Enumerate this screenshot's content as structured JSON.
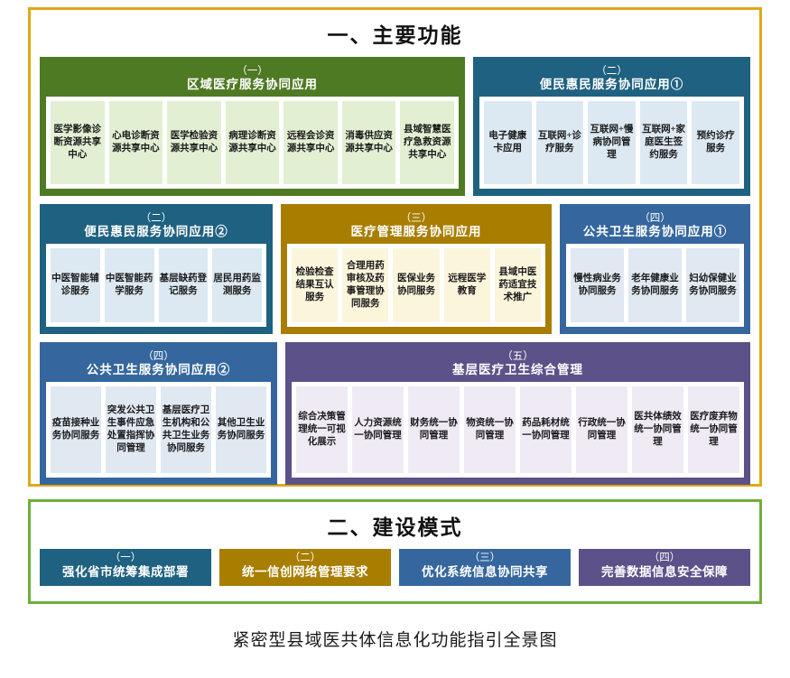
{
  "sections": {
    "main": {
      "title": "一、主要功能",
      "frame_color": "#E0A816",
      "panels": [
        {
          "number": "（一）",
          "name": "区域医疗服务协同应用",
          "color": "#4F7A24",
          "cells": [
            "医学影像诊断资源共享中心",
            "心电诊断资源共享中心",
            "医学检验资源共享中心",
            "病理诊断资源共享中心",
            "远程会诊资源共享中心",
            "消毒供应资源共享中心",
            "县域智慧医疗急救资源共享中心"
          ]
        },
        {
          "number": "（二）",
          "name": "便民惠民服务协同应用①",
          "color": "#1F6180",
          "cells": [
            "电子健康卡应用",
            "互联网+诊疗服务",
            "互联网+慢病协同管理",
            "互联网+家庭医生签约服务",
            "预约诊疗服务"
          ]
        },
        {
          "number": "（二）",
          "name": "便民惠民服务协同应用②",
          "color": "#1F6180",
          "cells": [
            "中医智能辅诊服务",
            "中医智能药学服务",
            "基层缺药登记服务",
            "居民用药监测服务"
          ]
        },
        {
          "number": "（三）",
          "name": "医疗管理服务协同应用",
          "color": "#A87E00",
          "cells": [
            "检验检查结果互认服务",
            "合理用药审核及药事管理协同服务",
            "医保业务协同服务",
            "远程医学教育",
            "县域中医药适宜技术推广"
          ]
        },
        {
          "number": "（四）",
          "name": "公共卫生服务协同应用①",
          "color": "#35679E",
          "cells": [
            "慢性病业务协同服务",
            "老年健康业务协同服务",
            "妇幼保健业务协同服务"
          ]
        },
        {
          "number": "（四）",
          "name": "公共卫生服务协同应用②",
          "color": "#35679E",
          "cells": [
            "疫苗接种业务协同服务",
            "突发公共卫生事件应急处置指挥协同管理",
            "基层医疗卫生机构和公共卫生业务协同服务",
            "其他卫生业务协同服务"
          ]
        },
        {
          "number": "（五）",
          "name": "基层医疗卫生综合管理",
          "color": "#5D5189",
          "cells": [
            "综合决策管理统一可视化展示",
            "人力资源统一协同管理",
            "财务统一协同管理",
            "物资统一协同管理",
            "药品耗材统一协同管理",
            "行政统一协同管理",
            "医共体绩效统一协同管理",
            "医疗废弃物统一协同管理"
          ]
        }
      ]
    },
    "mode": {
      "title": "二、建设模式",
      "frame_color": "#6FAE3C",
      "boxes": [
        {
          "number": "（一）",
          "name": "强化省市统筹集成部署",
          "color": "#1F6180"
        },
        {
          "number": "（二）",
          "name": "统一信创网络管理要求",
          "color": "#A87E00"
        },
        {
          "number": "（三）",
          "name": "优化系统信息协同共享",
          "color": "#35679E"
        },
        {
          "number": "（四）",
          "name": "完善数据信息安全保障",
          "color": "#5D5189"
        }
      ]
    }
  },
  "caption": "紧密型县域医共体信息化功能指引全景图"
}
